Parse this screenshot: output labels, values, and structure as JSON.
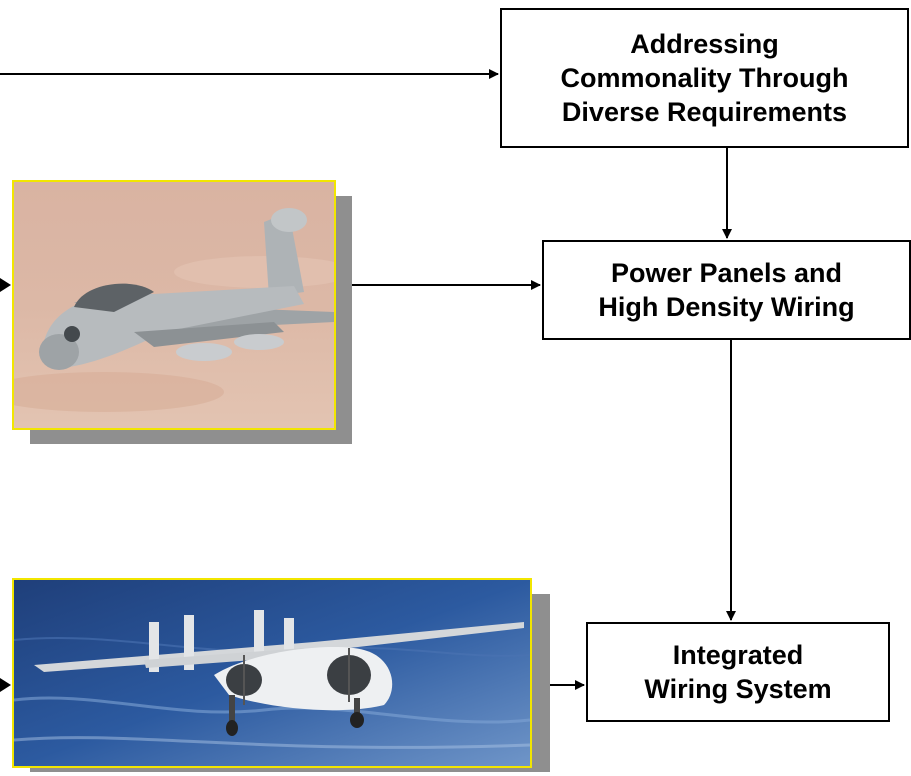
{
  "boxes": {
    "addressing": {
      "lines": [
        "Addressing",
        "Commonality Through",
        "Diverse Requirements"
      ]
    },
    "power": {
      "lines": [
        "Power Panels and",
        "High Density Wiring"
      ]
    },
    "integrated": {
      "lines": [
        "Integrated",
        "Wiring System"
      ]
    }
  },
  "images": {
    "photo1": {
      "subject": "gray jet aircraft flying over desert"
    },
    "photo2": {
      "subject": "twin-propeller aircraft flying over ocean"
    }
  },
  "colors": {
    "photo_border": "#f2e600",
    "shadow": "#8f8f8f"
  }
}
